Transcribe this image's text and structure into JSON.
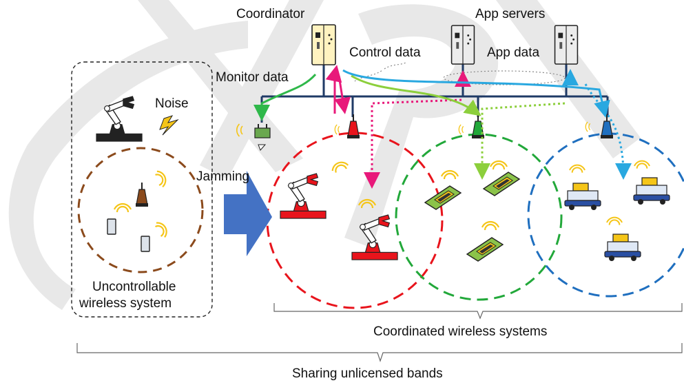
{
  "labels": {
    "coordinator": "Coordinator",
    "app_servers": "App servers",
    "control_data": "Control data",
    "app_data": "App data",
    "monitor_data": "Monitor data",
    "noise": "Noise",
    "jamming": "Jamming",
    "uncontrollable_line1": "Uncontrollable",
    "uncontrollable_line2": "wireless system",
    "coordinated": "Coordinated wireless systems",
    "sharing": "Sharing unlicensed bands"
  },
  "colors": {
    "red_system": "#e8141c",
    "green_system": "#22a83a",
    "blue_system": "#1f6fbf",
    "brown_system": "#8b4a1c",
    "monitor_arrow": "#2fb84a",
    "control_arrow": "#e8197a",
    "green_app_arrow": "#8ccf3c",
    "blue_app_arrow": "#29a8e0",
    "backbone": "#1f3a66",
    "jamming_arrow": "#4472c4",
    "signal_waves": "#f5c518",
    "watermark": "#d9d9d9"
  },
  "icons": [
    "coordinator-server-icon",
    "app-server-icon",
    "access-point-icon",
    "robot-arm-icon",
    "sensor-board-icon",
    "agv-cart-icon",
    "mobile-device-icon",
    "lightning-icon"
  ]
}
